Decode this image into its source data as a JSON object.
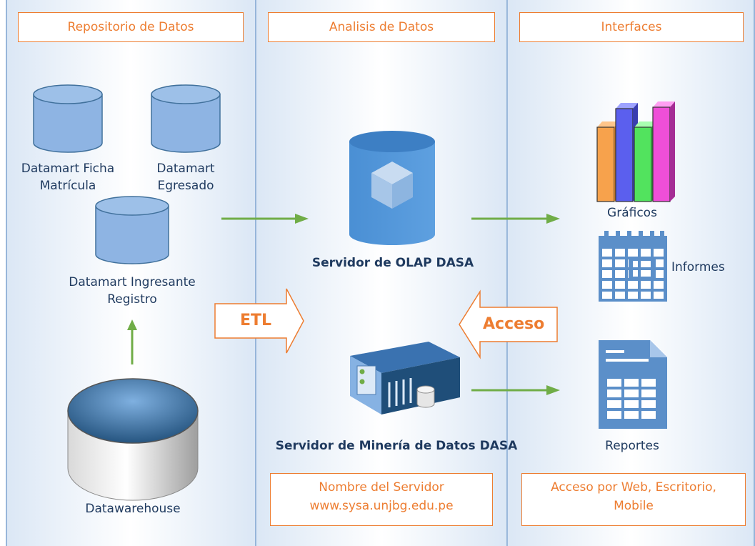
{
  "columns": {
    "repositorio": "Repositorio de Datos",
    "analisis": "Analisis de Datos",
    "interfaces": "Interfaces"
  },
  "datamarts": {
    "ficha_line1": "Datamart Ficha",
    "ficha_line2": "Matrícula",
    "egresado_line1": "Datamart",
    "egresado_line2": "Egresado",
    "ingresante_line1": "Datamart Ingresante",
    "ingresante_line2": "Registro"
  },
  "datawarehouse": "Datawarehouse",
  "etl": "ETL",
  "acceso": "Acceso",
  "servers": {
    "olap": "Servidor de OLAP DASA",
    "mineria": "Servidor de Minería de Datos DASA"
  },
  "outputs": {
    "graficos": "Gráficos",
    "informes": "Informes",
    "reportes": "Reportes"
  },
  "footer": {
    "servidor_line1": "Nombre del Servidor",
    "servidor_line2": "www.sysa.unjbg.edu.pe",
    "acceso_line1": "Acceso por Web, Escritorio,",
    "acceso_line2": "Mobile"
  },
  "colors": {
    "accent": "#ed7d31",
    "arrow_green": "#70ad47",
    "db_blue": "#8eb4e3",
    "text": "#1f3a5f"
  }
}
